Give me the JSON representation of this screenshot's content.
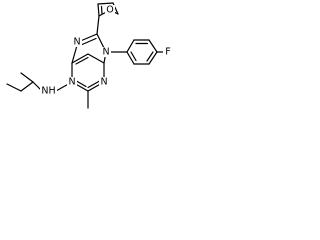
{
  "molecule": {
    "atoms": {
      "n_imidazole_top": "N",
      "o_furan": "O",
      "n9": "N",
      "f": "F",
      "nh": "NH",
      "n1": "N",
      "n3": "N"
    },
    "colors": {
      "line": "#000000",
      "text": "#000000",
      "background": "#ffffff"
    }
  }
}
